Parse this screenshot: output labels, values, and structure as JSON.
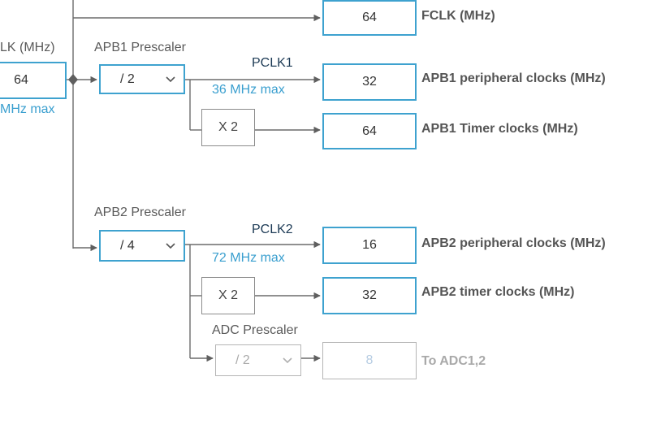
{
  "hclk": {
    "label": "LK (MHz)",
    "value": "64",
    "max": "MHz max"
  },
  "fclk": {
    "value": "64",
    "label": "FCLK (MHz)"
  },
  "apb1": {
    "prescaler_label": "APB1 Prescaler",
    "prescaler_value": "/ 2",
    "signal": "PCLK1",
    "max": "36 MHz max",
    "peripheral_value": "32",
    "peripheral_label": "APB1 peripheral clocks (MHz)",
    "multiplier": "X 2",
    "timer_value": "64",
    "timer_label": "APB1 Timer clocks (MHz)"
  },
  "apb2": {
    "prescaler_label": "APB2 Prescaler",
    "prescaler_value": "/ 4",
    "signal": "PCLK2",
    "max": "72 MHz max",
    "peripheral_value": "16",
    "peripheral_label": "APB2 peripheral clocks (MHz)",
    "multiplier": "X 2",
    "timer_value": "32",
    "timer_label": "APB2 timer clocks (MHz)"
  },
  "adc": {
    "prescaler_label": "ADC Prescaler",
    "prescaler_value": "/ 2",
    "value": "8",
    "label": "To ADC1,2"
  },
  "colors": {
    "accent": "#3ea2cf",
    "wire": "#6b6b6b",
    "disabled": "#b5b5b5"
  },
  "icons": {
    "dropdown": "chevron-down-icon",
    "arrow": "arrowhead-icon"
  }
}
